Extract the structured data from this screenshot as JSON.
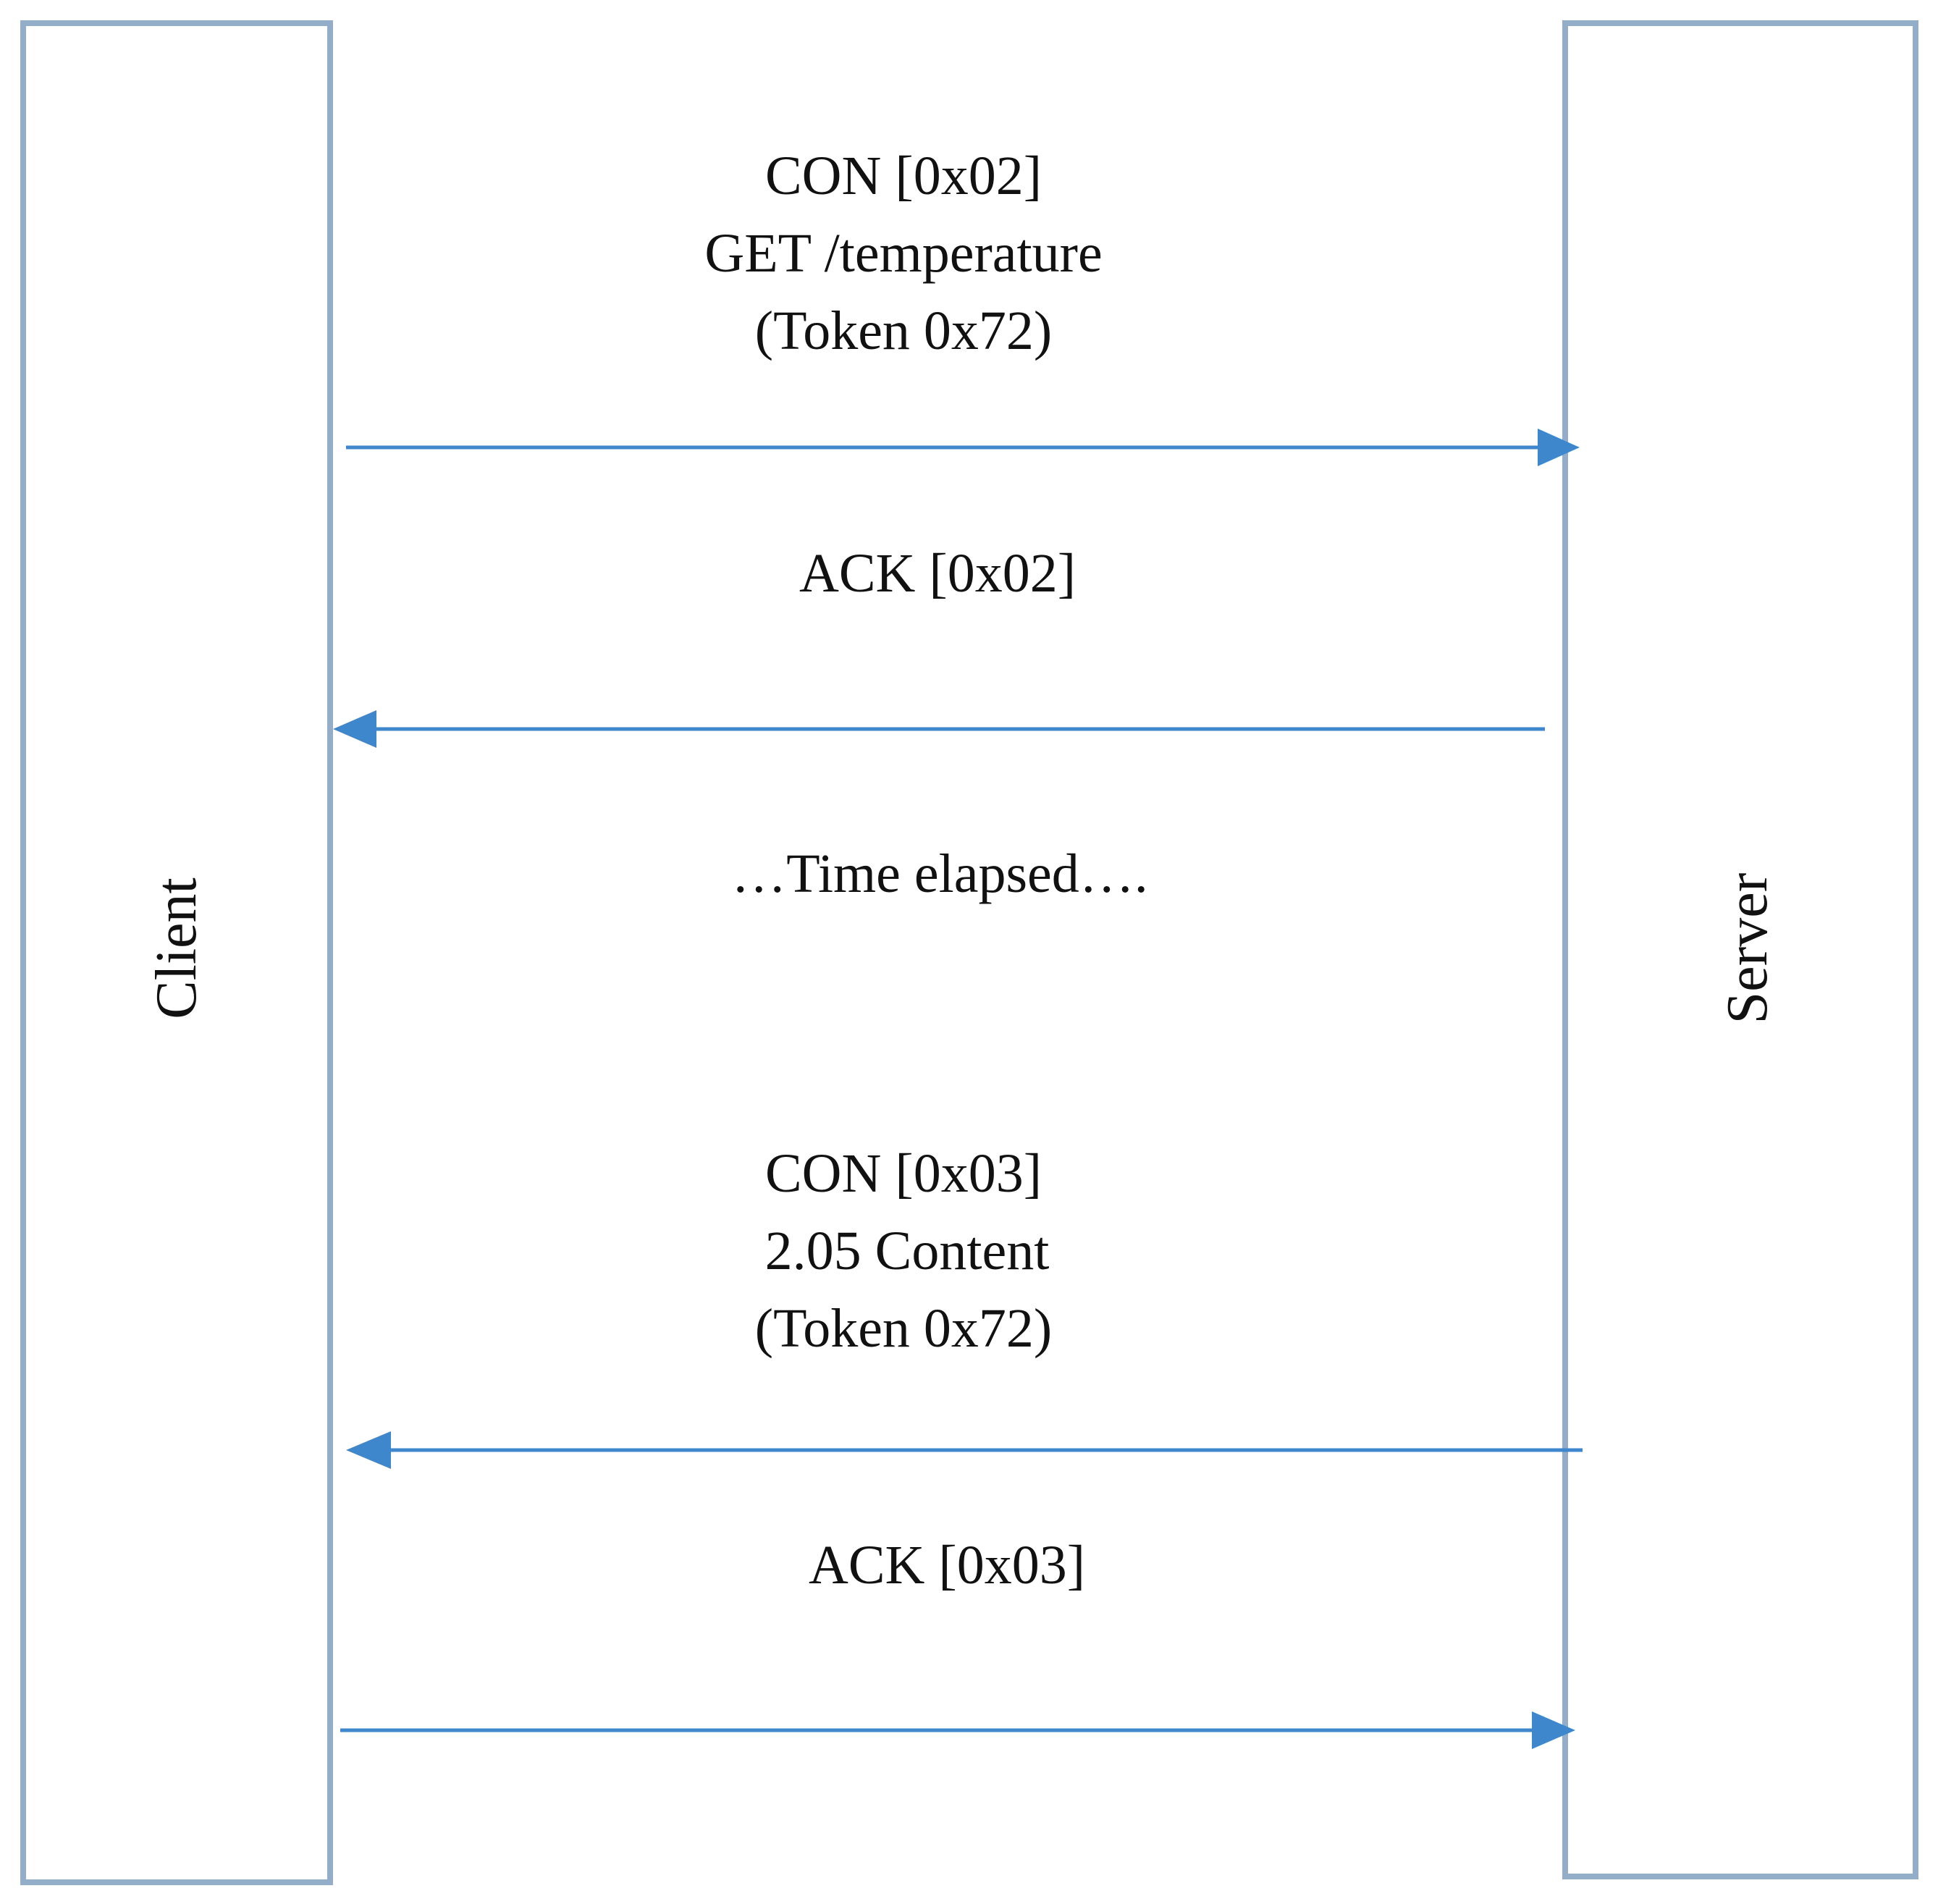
{
  "participants": {
    "client": "Client",
    "server": "Server"
  },
  "messages": [
    {
      "from": "client",
      "to": "server",
      "lines": [
        "CON [0x02]",
        "GET /temperature",
        "(Token 0x72)"
      ]
    },
    {
      "from": "server",
      "to": "client",
      "lines": [
        "ACK [0x02]"
      ]
    },
    {
      "from": "server",
      "to": "client",
      "lines": [
        "CON [0x03]",
        "2.05 Content",
        "(Token 0x72)"
      ]
    },
    {
      "from": "client",
      "to": "server",
      "lines": [
        "ACK [0x03]"
      ]
    }
  ],
  "note": "…Time elapsed….",
  "colors": {
    "arrow": "#3f87cc",
    "lifeline_border": "#94aec9"
  }
}
